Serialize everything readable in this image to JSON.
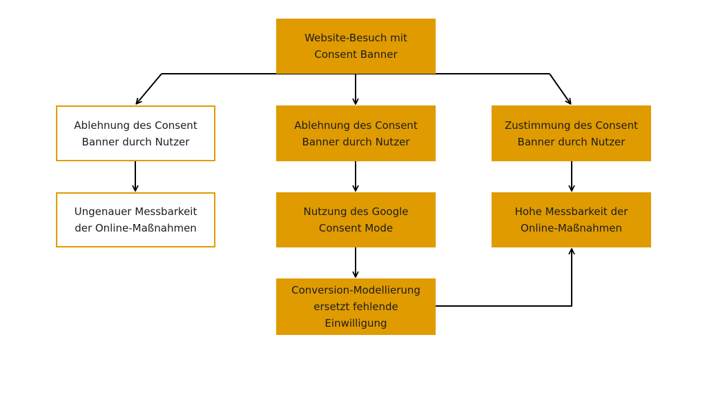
{
  "diagram": {
    "colors": {
      "accent": "#e09b00",
      "text": "#1c1c1c",
      "line": "#000000",
      "background": "#ffffff"
    },
    "nodes": {
      "root": {
        "label": "Website-Besuch mit Consent Banner",
        "style": "filled"
      },
      "left_decline": {
        "label": "Ablehnung des Consent Banner durch Nutzer",
        "style": "outline"
      },
      "left_result": {
        "label": "Ungenauer Messbarkeit der Online-Maßnahmen",
        "style": "outline"
      },
      "mid_decline": {
        "label": "Ablehnung des Consent Banner durch Nutzer",
        "style": "filled"
      },
      "mid_consent_mode": {
        "label": "Nutzung des Google Consent Mode",
        "style": "filled"
      },
      "mid_modelling": {
        "label": "Conversion-Modellierung ersetzt fehlende Einwilligung",
        "style": "filled"
      },
      "right_accept": {
        "label": "Zustimmung des Consent Banner durch Nutzer",
        "style": "filled"
      },
      "right_result": {
        "label": "Hohe Messbarkeit der Online-Maßnahmen",
        "style": "filled"
      }
    },
    "edges": [
      {
        "from": "root",
        "to": "left_decline"
      },
      {
        "from": "root",
        "to": "mid_decline"
      },
      {
        "from": "root",
        "to": "right_accept"
      },
      {
        "from": "left_decline",
        "to": "left_result"
      },
      {
        "from": "mid_decline",
        "to": "mid_consent_mode"
      },
      {
        "from": "mid_consent_mode",
        "to": "mid_modelling"
      },
      {
        "from": "right_accept",
        "to": "right_result"
      },
      {
        "from": "mid_modelling",
        "to": "right_result"
      }
    ]
  }
}
